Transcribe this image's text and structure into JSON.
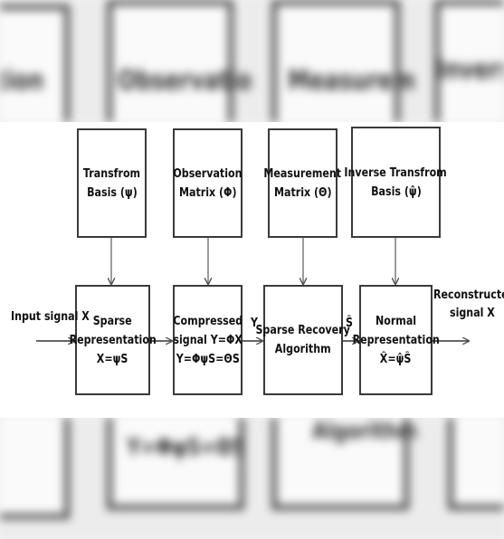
{
  "top_boxes": [
    {
      "id": "transform-basis",
      "lines": [
        "Transfrom",
        "Basis (ψ)"
      ]
    },
    {
      "id": "observation-matrix",
      "lines": [
        "Observation",
        "Matrix (Φ)"
      ]
    },
    {
      "id": "measurement-matrix",
      "lines": [
        "Measurement",
        "Matrix (Θ)"
      ]
    },
    {
      "id": "inverse-transform-basis",
      "lines": [
        "Inverse Transfrom",
        "Basis (ψ̂)"
      ]
    }
  ],
  "bottom_boxes": [
    {
      "id": "sparse-representation",
      "lines": [
        "Sparse",
        "Representation",
        "X=ψS"
      ]
    },
    {
      "id": "compressed-signal",
      "lines": [
        "Compressed",
        "signal Y=ΦX",
        "Y=ΦψS=ΘS"
      ]
    },
    {
      "id": "sparse-recovery-algorithm",
      "lines": [
        "Sparse Recovery",
        "Algorithm"
      ]
    },
    {
      "id": "normal-representation",
      "lines": [
        "Normal",
        "Representation",
        "X̂=ψ̂Ŝ"
      ]
    }
  ],
  "flow_labels": {
    "input": "Input signal X",
    "y": "Y",
    "s_hat": "Ŝ",
    "output_line1": "Reconstructed",
    "output_line2": "signal X"
  },
  "colors": {
    "stroke": "#3a3a3a",
    "arrow": "#555555",
    "text": "#111111"
  }
}
